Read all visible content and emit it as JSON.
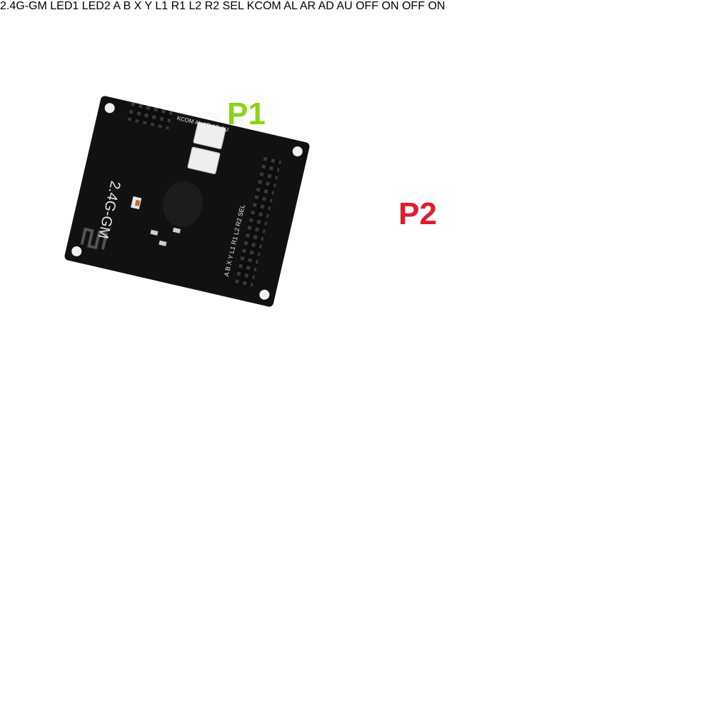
{
  "labels": {
    "p1": "P1",
    "p2": "P2"
  },
  "colors": {
    "p1": "#8bd319",
    "p2": "#e21c2c",
    "pcb": "#111111",
    "silkscreen": "#e8e8e8",
    "wire_red": "#d9232b",
    "wire_black": "#141414",
    "wire_yellow": "#e3b21b",
    "wire_green": "#2e8b3a"
  },
  "boards": [
    {
      "model": "2.4G-GM",
      "led1": "LED1",
      "led2": "LED2",
      "buttons_row": "A B X Y L1 R1 L2 R2 SEL",
      "func_row": "KCOM AL AR AD AU"
    },
    {
      "model": "2.4G-GM",
      "led1": "LED1",
      "led2": "LED2",
      "buttons_row": "A B X Y L1 R1 L2 R2 SEL",
      "func_row": "KCOM AL AR AD AU"
    }
  ],
  "battery_switch": {
    "off": "OFF",
    "on": "ON"
  }
}
